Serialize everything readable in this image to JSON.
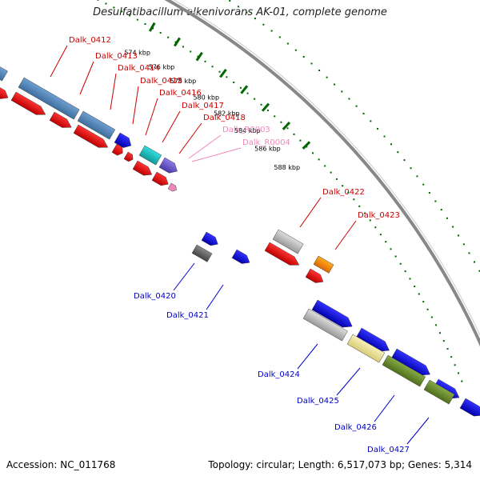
{
  "title": "Desulfatibacillum alkenivorans AK-01, complete genome",
  "footer": {
    "accession": "Accession: NC_011768",
    "summary": "Topology: circular; Length: 6,517,073 bp; Genes: 5,314"
  },
  "colors": {
    "forward_label": "#cc0000",
    "reverse_label": "#0000cc",
    "rna_label": "#ee88bb",
    "backbone": "#888888",
    "tick_dots": "#006600"
  },
  "ticks": [
    "574 kbp",
    "576 kbp",
    "578 kbp",
    "580 kbp",
    "582 kbp",
    "584 kbp",
    "586 kbp",
    "588 kbp"
  ],
  "genes": [
    {
      "name": "Dalk_0412",
      "strand": "forward"
    },
    {
      "name": "Dalk_0413",
      "strand": "forward"
    },
    {
      "name": "Dalk_0414",
      "strand": "forward"
    },
    {
      "name": "Dalk_0415",
      "strand": "forward"
    },
    {
      "name": "Dalk_0416",
      "strand": "forward"
    },
    {
      "name": "Dalk_0417",
      "strand": "forward"
    },
    {
      "name": "Dalk_0418",
      "strand": "forward"
    },
    {
      "name": "Dalk_R0003",
      "strand": "rna"
    },
    {
      "name": "Dalk_R0004",
      "strand": "rna"
    },
    {
      "name": "Dalk_0422",
      "strand": "forward"
    },
    {
      "name": "Dalk_0423",
      "strand": "forward"
    },
    {
      "name": "Dalk_0420",
      "strand": "reverse"
    },
    {
      "name": "Dalk_0421",
      "strand": "reverse"
    },
    {
      "name": "Dalk_0424",
      "strand": "reverse"
    },
    {
      "name": "Dalk_0425",
      "strand": "reverse"
    },
    {
      "name": "Dalk_0426",
      "strand": "reverse"
    },
    {
      "name": "Dalk_0427",
      "strand": "reverse"
    }
  ]
}
